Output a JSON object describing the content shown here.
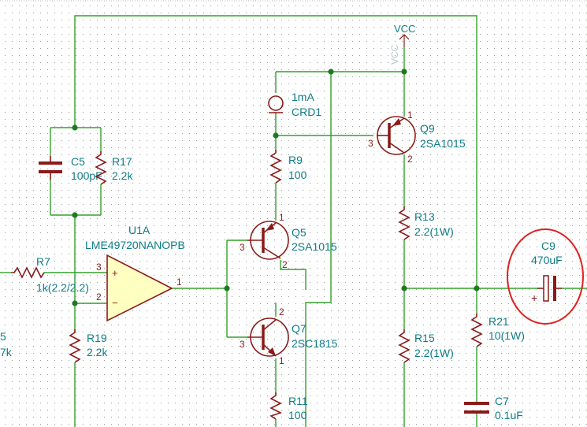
{
  "power": {
    "vcc": "VCC",
    "vcc_rot": "VCC"
  },
  "components": {
    "c5": {
      "ref": "C5",
      "value": "100pF"
    },
    "r17": {
      "ref": "R17",
      "value": "2.2k"
    },
    "r7": {
      "ref": "R7",
      "value": "1k(2.2/2.2)"
    },
    "u1a": {
      "ref": "U1A",
      "value": "LME49720NANOPB"
    },
    "r19": {
      "ref": "R19",
      "value": "2.2k"
    },
    "crd1": {
      "ref": "CRD1",
      "value": "1mA"
    },
    "r9": {
      "ref": "R9",
      "value": "100"
    },
    "q9": {
      "ref": "Q9",
      "value": "2SA1015"
    },
    "q5": {
      "ref": "Q5",
      "value": "2SA1015"
    },
    "q7": {
      "ref": "Q7",
      "value": "2SC1815"
    },
    "r11": {
      "ref": "R11",
      "value": "100"
    },
    "r13": {
      "ref": "R13",
      "value": "2.2(1W)"
    },
    "r15": {
      "ref": "R15",
      "value": "2.2(1W)"
    },
    "c9": {
      "ref": "C9",
      "value": "470uF"
    },
    "r21": {
      "ref": "R21",
      "value": "10(1W)"
    },
    "c7": {
      "ref": "C7",
      "value": "0.1uF"
    },
    "left_partial": {
      "line1": "5",
      "line2": "7k"
    }
  },
  "pins": {
    "opamp_plus_num": "3",
    "opamp_minus_num": "2",
    "opamp_out_num": "1",
    "opamp_plus_sym": "+",
    "opamp_minus_sym": "−",
    "q9_e": "1",
    "q9_b": "3",
    "q9_c": "2",
    "q5_e": "1",
    "q5_b": "3",
    "q5_c": "2",
    "q7_c": "2",
    "q7_b": "3",
    "q7_e": "1",
    "c9_plus": "+"
  },
  "colors": {
    "wire": "#33a02c",
    "component": "#8b1a1a",
    "label": "#0e7c86",
    "highlight": "#e02020",
    "opamp_fill": "#ffffc2"
  }
}
